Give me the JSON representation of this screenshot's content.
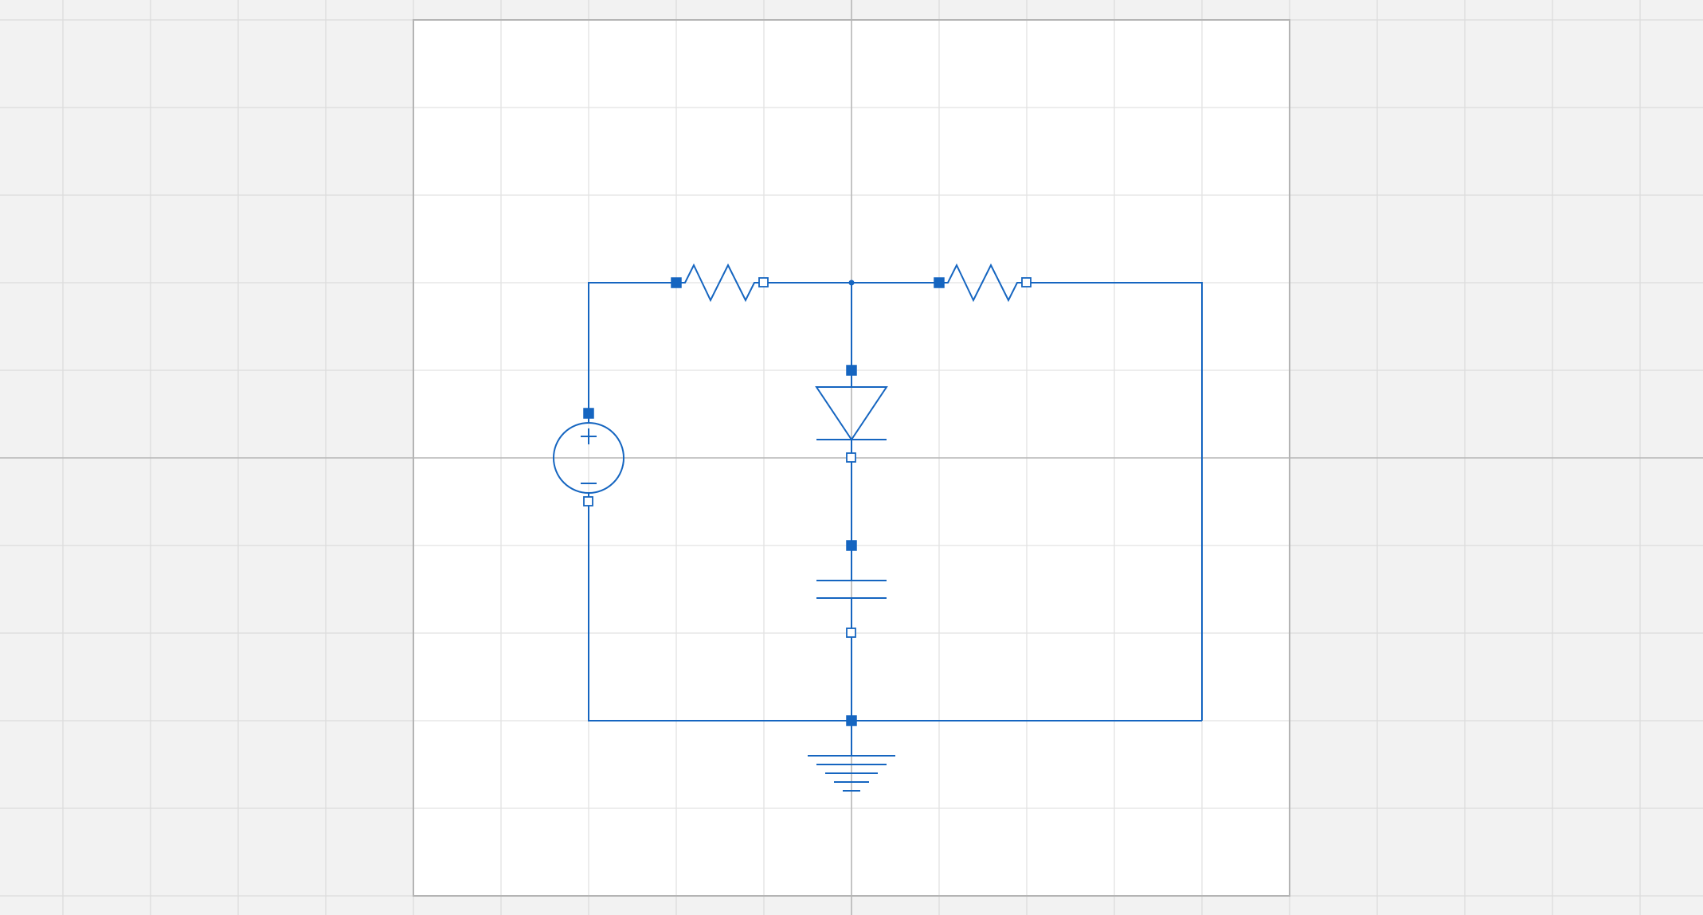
{
  "colors": {
    "background": "#f2f2f2",
    "sheet": "#ffffff",
    "grid": "#dcdcdc",
    "axis": "#b8b8b8",
    "sheet_border": "#b4b4b4",
    "wire": "#1565c0"
  },
  "schematic": {
    "components": [
      {
        "type": "dc-voltage-source",
        "name": "voltage-source",
        "polarity_plus": "+",
        "polarity_minus": "−"
      },
      {
        "type": "resistor",
        "name": "resistor-left"
      },
      {
        "type": "resistor",
        "name": "resistor-right"
      },
      {
        "type": "diode",
        "name": "diode"
      },
      {
        "type": "capacitor",
        "name": "capacitor"
      },
      {
        "type": "ground",
        "name": "ground"
      }
    ]
  }
}
